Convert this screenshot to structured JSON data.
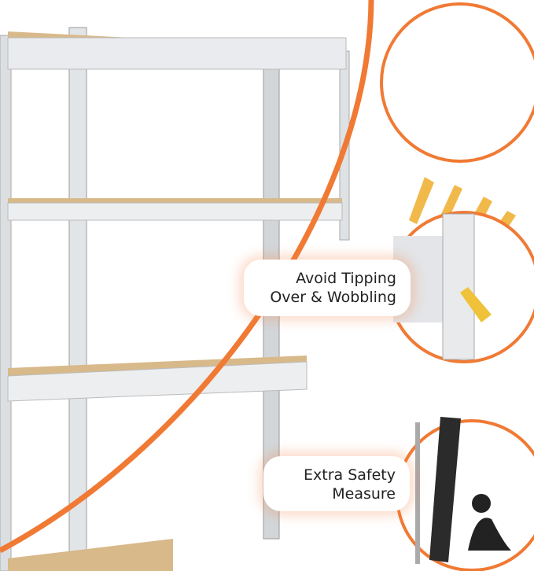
{
  "callouts": [
    {
      "lines": [
        "Avoid Tipping",
        "Over & Wobbling"
      ]
    },
    {
      "lines": [
        "Extra Safety",
        "Measure"
      ]
    }
  ],
  "colors": {
    "accent": "#F07A34",
    "wood": "#D8B98A",
    "metal": "#D9DCDF"
  }
}
